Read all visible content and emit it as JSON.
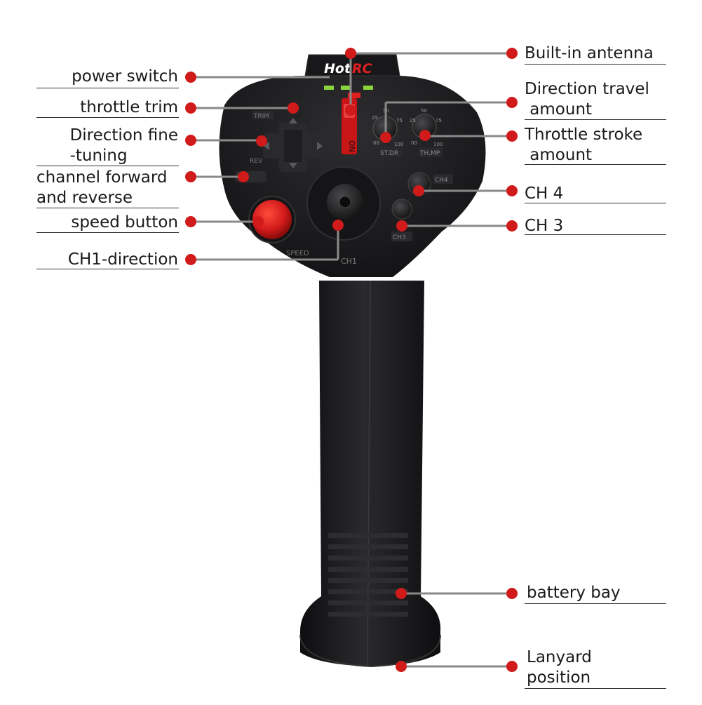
{
  "brand": {
    "logo_text_a": "Hot",
    "logo_text_b": "RC"
  },
  "device_labels": {
    "trim": "TRIM",
    "rev": "REV",
    "speed": "SPEED",
    "ch1": "CH1",
    "ch3": "CH3",
    "ch4": "CH4",
    "on": "ON",
    "stdr": "ST.DR",
    "thmp": "TH.MP",
    "dial_25": "25",
    "dial_50": "50",
    "dial_75": "75",
    "dial_00": "00",
    "dial_100": "100"
  },
  "callouts_left": [
    {
      "id": "power-switch",
      "lines": [
        "power switch"
      ]
    },
    {
      "id": "throttle-trim",
      "lines": [
        "throttle trim"
      ]
    },
    {
      "id": "direction-fine-tuning",
      "lines": [
        "Direction fine",
        "-tuning"
      ]
    },
    {
      "id": "channel-forward-reverse",
      "lines": [
        "channel forward",
        "and reverse"
      ]
    },
    {
      "id": "speed-button",
      "lines": [
        "speed button"
      ]
    },
    {
      "id": "ch1-direction",
      "lines": [
        "CH1-direction"
      ]
    }
  ],
  "callouts_right": [
    {
      "id": "built-in-antenna",
      "lines": [
        "Built-in antenna"
      ]
    },
    {
      "id": "direction-travel-amount",
      "lines": [
        "Direction travel",
        " amount"
      ]
    },
    {
      "id": "throttle-stroke-amount",
      "lines": [
        "Throttle stroke",
        " amount"
      ]
    },
    {
      "id": "ch4",
      "lines": [
        "CH 4"
      ]
    },
    {
      "id": "ch3",
      "lines": [
        "CH 3"
      ]
    },
    {
      "id": "battery-bay",
      "lines": [
        "battery bay"
      ]
    },
    {
      "id": "lanyard-position",
      "lines": [
        "Lanyard",
        "position"
      ]
    }
  ],
  "colors": {
    "accent": "#d11a1a",
    "body": "#1c1c1e",
    "line": "#8a8a8a",
    "text": "#1a1a1a"
  }
}
